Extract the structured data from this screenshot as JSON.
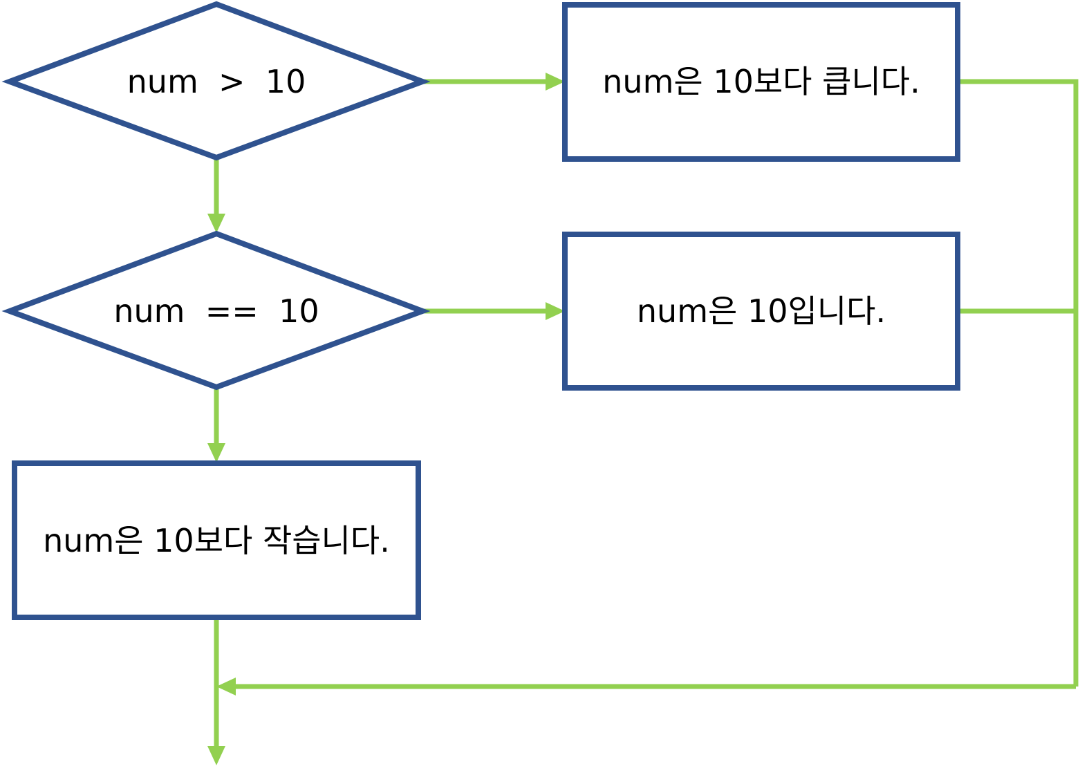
{
  "colors": {
    "shape_border": "#2F528F",
    "connector": "#92D050",
    "text": "#000000",
    "background": "#FFFFFF"
  },
  "decisions": {
    "greater": "num  >  10",
    "equal": "num  ==  10"
  },
  "processes": {
    "greater": "num은 10보다 큽니다.",
    "equal": "num은 10입니다.",
    "less": "num은 10보다 작습니다."
  }
}
